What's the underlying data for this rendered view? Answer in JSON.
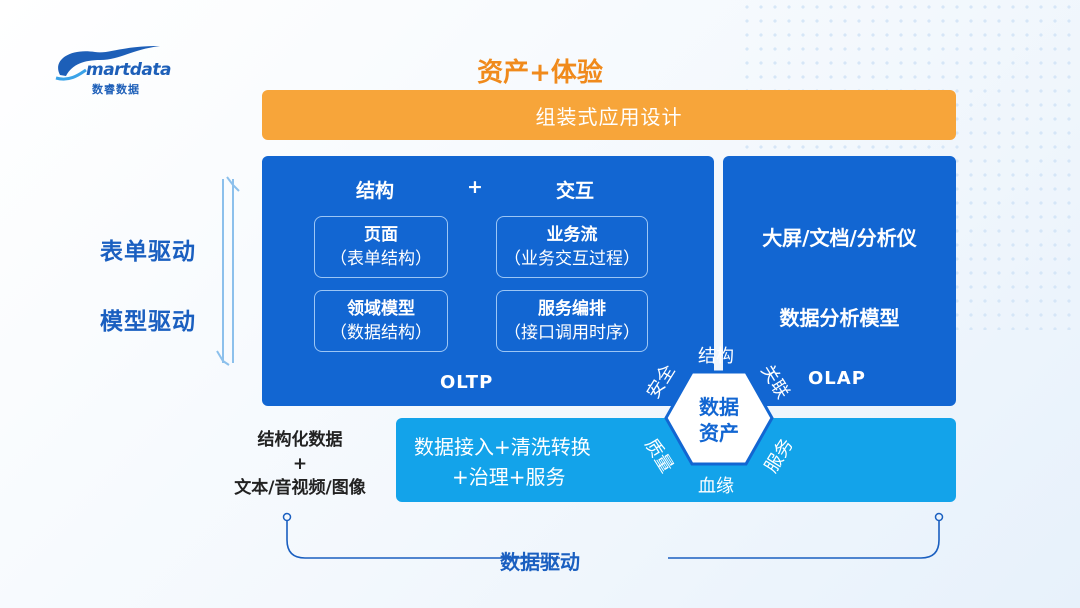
{
  "logo": {
    "brand": "martdata",
    "subtitle": "数睿数据"
  },
  "top_title": "资产+体验",
  "orange_bar": "组装式应用设计",
  "left_labels": [
    "表单驱动",
    "模型驱动"
  ],
  "oltp": {
    "header_left": "结构",
    "header_plus": "+",
    "header_right": "交互",
    "boxes": [
      {
        "title": "页面",
        "sub": "（表单结构）"
      },
      {
        "title": "业务流",
        "sub": "（业务交互过程）"
      },
      {
        "title": "领域模型",
        "sub": "（数据结构）"
      },
      {
        "title": "服务编排",
        "sub": "（接口调用时序）"
      }
    ],
    "label": "OLTP"
  },
  "olap": {
    "line1": "大屏/文档/分析仪",
    "line2": "数据分析模型",
    "label": "OLAP"
  },
  "data_types": {
    "line1": "结构化数据",
    "line2": "+",
    "line3": "文本/音视频/图像"
  },
  "bottom_panel": {
    "line1": "数据接入+清洗转换",
    "line2": "+治理+服务"
  },
  "hexagon": {
    "center_line1": "数据",
    "center_line2": "资产",
    "top": "结构",
    "upper_left": "安全",
    "upper_right": "关联",
    "lower_left": "质量",
    "lower_right": "服务",
    "bottom": "血缘"
  },
  "bottom_label": "数据驱动",
  "colors": {
    "orange": "#f7a53a",
    "orange_text": "#f08a1c",
    "dark_blue": "#1266d2",
    "light_blue": "#13a3ea",
    "label_blue": "#1a5fc0"
  }
}
